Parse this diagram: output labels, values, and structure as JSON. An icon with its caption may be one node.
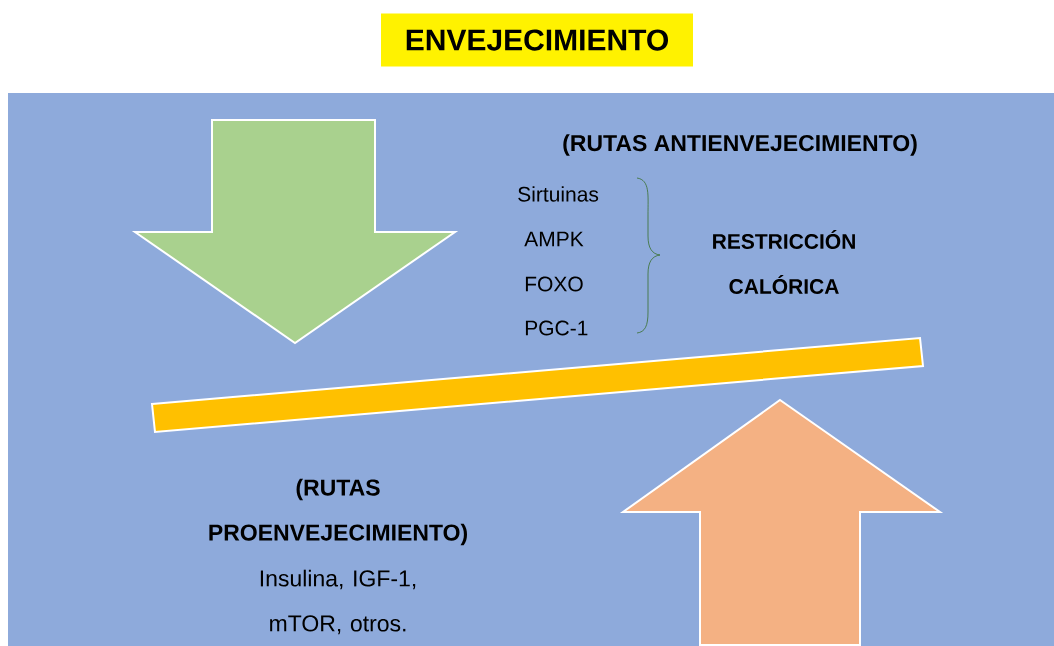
{
  "diagram": {
    "title": "ENVEJECIMIENTO",
    "labels": [
      "(RUTAS ANTIENVEJECIMIENTO)",
      "Sirtuinas",
      "AMPK",
      "FOXO",
      "PGC-1",
      "RESTRICCIÓN CALÓRICA",
      "(RUTAS PROENVEJECIMIENTO)",
      "Insulina, IGF-1, mTOR, otros."
    ]
  }
}
